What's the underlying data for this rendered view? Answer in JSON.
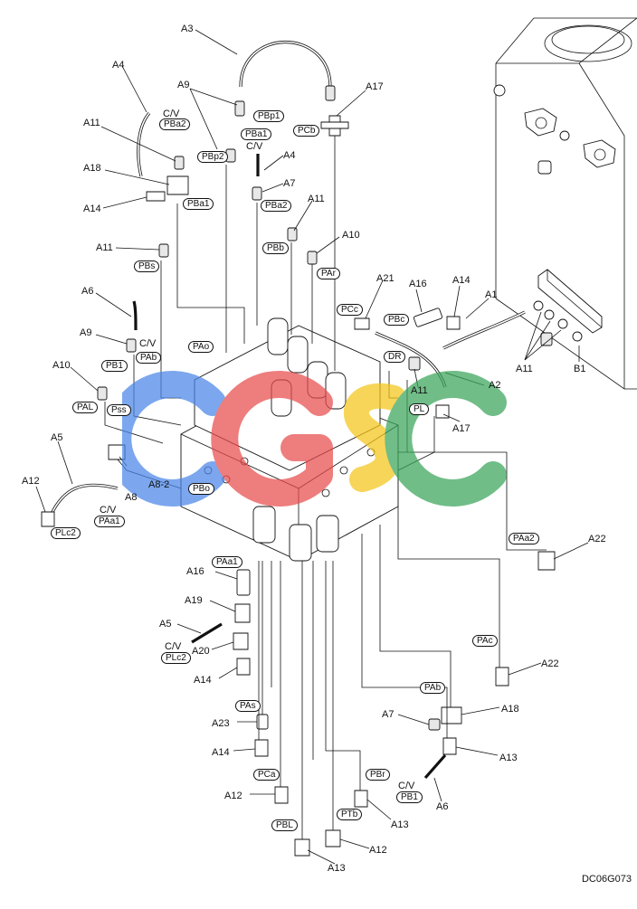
{
  "figure_code": "DC06G073",
  "watermark": {
    "letters": [
      "C",
      "G",
      "S",
      "C"
    ],
    "colors": [
      "#4a86e8",
      "#e84c4c",
      "#f5c518",
      "#3aa55a"
    ]
  },
  "part_labels": [
    "A3",
    "A4",
    "A9",
    "A17",
    "A11",
    "A18",
    "A4",
    "A7",
    "A14",
    "A11",
    "A10",
    "A11",
    "A21",
    "A16",
    "A14",
    "A1",
    "A6",
    "A9",
    "A10",
    "A11",
    "A2",
    "A11",
    "B1",
    "A17",
    "A5",
    "A12",
    "A8",
    "A8-2",
    "A22",
    "A16",
    "A19",
    "A5",
    "A20",
    "A14",
    "A22",
    "A18",
    "A7",
    "A23",
    "A14",
    "A13",
    "A12",
    "A6",
    "A13",
    "A12",
    "A13"
  ],
  "port_labels": [
    "PBp1",
    "PBa2",
    "PCb",
    "PBa1",
    "PBp2",
    "PBa1",
    "PBa2",
    "PBb",
    "PBs",
    "PAr",
    "PCc",
    "PBc",
    "PAo",
    "PAb",
    "PB1",
    "DR",
    "PAL",
    "PL",
    "Pss",
    "PBo",
    "PAa1",
    "PLc2",
    "PAa2",
    "PAa1",
    "PLc2",
    "PAc",
    "PAb",
    "PAs",
    "PCa",
    "PBr",
    "PB1",
    "PTb",
    "PBL"
  ],
  "cv_label": "C/V"
}
